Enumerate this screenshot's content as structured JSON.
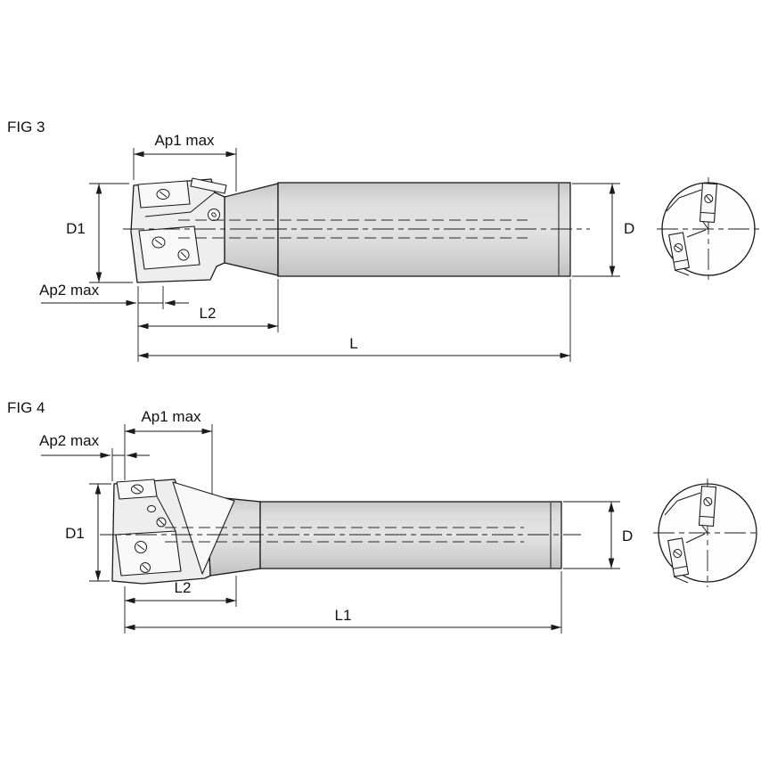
{
  "figures": [
    {
      "label": "FIG 3",
      "dims": {
        "ap1": "Ap1 max",
        "ap2": "Ap2 max",
        "d1": "D1",
        "l2": "L2",
        "length": "L",
        "d": "D"
      }
    },
    {
      "label": "FIG 4",
      "dims": {
        "ap1": "Ap1 max",
        "ap2": "Ap2 max",
        "d1": "D1",
        "l2": "L2",
        "length": "L1",
        "d": "D"
      }
    }
  ],
  "colors": {
    "line": "#1a1a1a",
    "body_fill": "#d4d4d4",
    "insert_fill": "#f8f8f8",
    "text": "#111111",
    "background": "#ffffff"
  }
}
